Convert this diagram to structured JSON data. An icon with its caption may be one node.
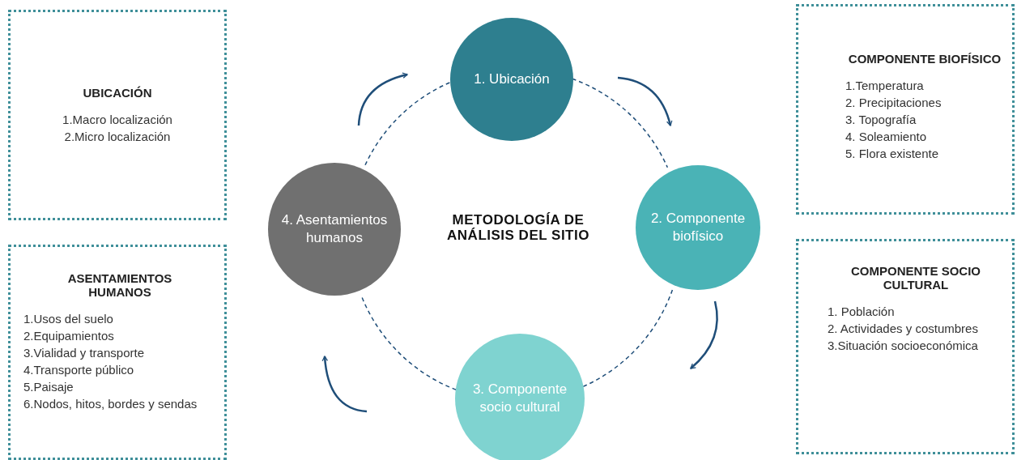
{
  "diagram": {
    "title": "METODOLOGÍA DE ANÁLISIS DEL SITIO",
    "nodes": [
      {
        "text": [
          "UBICACIÓN",
          "1.Macro localización",
          "2.Micro localización"
        ]
      },
      {
        "text": [
          "ASENTAMIENTOS HUMANOS",
          "1.Usos del suelo",
          "2.Equipamientos",
          "3.Vialidad y transporte",
          "4.Transporte público",
          "5.Paisaje",
          "6.Nodos, hitos, bordes y sendas"
        ]
      },
      {
        "text": [
          "1. Ubicación"
        ]
      },
      {
        "text": [
          "2. Componente biofísico"
        ]
      },
      {
        "text": [
          "3. Componente socio cultural"
        ]
      },
      {
        "text": [
          "4. Asentamientos humanos"
        ]
      },
      {
        "text": [
          "COMPONENTE BIOFÍSICO",
          "1.Temperatura",
          "2. Precipitaciones",
          "3. Topografía",
          "4. Soleamiento",
          "5. Flora existente"
        ]
      },
      {
        "text": [
          "COMPONENTE SOCIO CULTURAL",
          "1. Población",
          "2. Actividades y costumbres",
          "3.Situación socioeconómica"
        ]
      }
    ],
    "edges": [
      {
        "from": 2,
        "to": 3,
        "arrow": "none",
        "style": "dashed"
      },
      {
        "from": 3,
        "to": 4,
        "arrow": "none",
        "style": "dashed"
      },
      {
        "from": 4,
        "to": 5,
        "arrow": "none",
        "style": "dashed"
      },
      {
        "from": 5,
        "to": 2,
        "arrow": "none",
        "style": "dashed"
      }
    ]
  }
}
